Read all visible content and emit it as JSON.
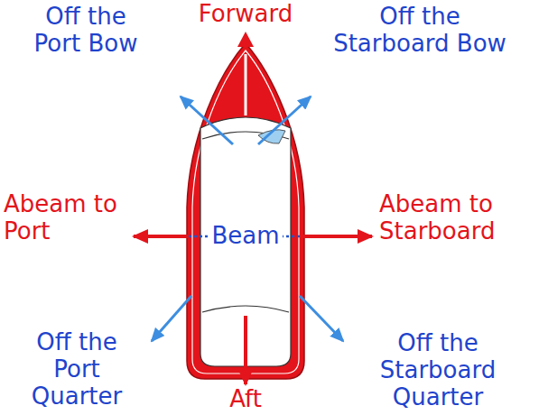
{
  "diagram": {
    "nodes": [
      {
        "text": [
          "Beam"
        ]
      }
    ],
    "labels": [
      "Forward",
      "Off the Port Bow",
      "Off the Starboard Bow",
      "Abeam to Port",
      "Abeam to Starboard",
      "Off the Port Quarter",
      "Off the Starboard Quarter",
      "Aft"
    ]
  }
}
